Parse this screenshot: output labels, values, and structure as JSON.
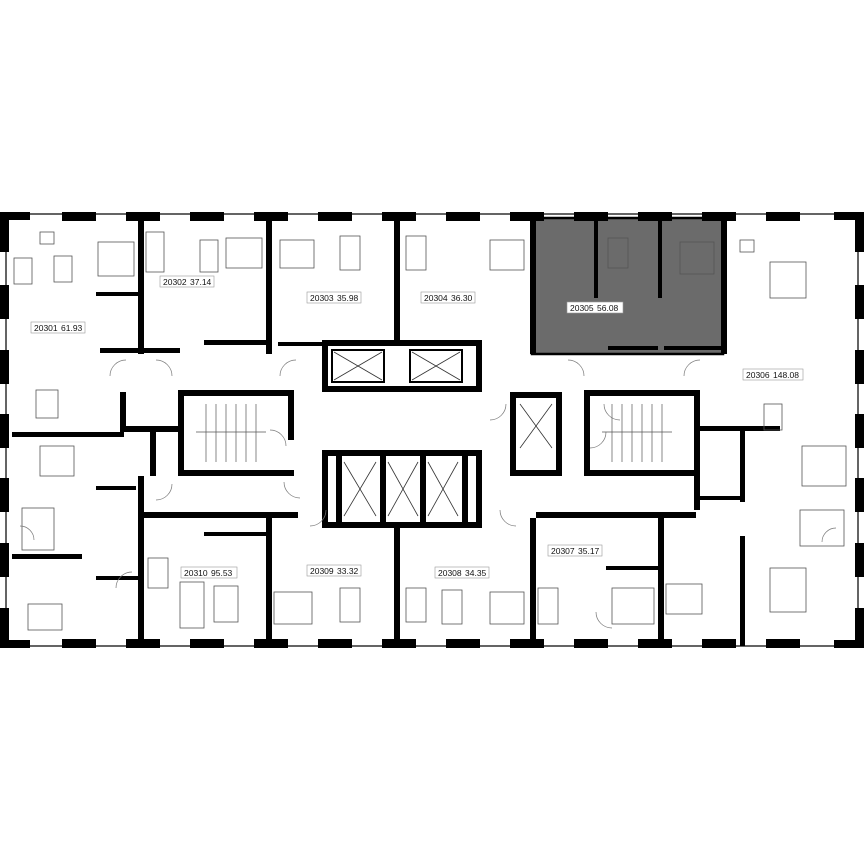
{
  "floor_plan": {
    "highlight_color": "#6b6b6b",
    "wall_color": "#000000",
    "apartments": [
      {
        "id": "20301",
        "area": "61.93",
        "highlighted": false
      },
      {
        "id": "20302",
        "area": "37.14",
        "highlighted": false
      },
      {
        "id": "20303",
        "area": "35.98",
        "highlighted": false
      },
      {
        "id": "20304",
        "area": "36.30",
        "highlighted": false
      },
      {
        "id": "20305",
        "area": "56.08",
        "highlighted": true
      },
      {
        "id": "20306",
        "area": "148.08",
        "highlighted": false
      },
      {
        "id": "20307",
        "area": "35.17",
        "highlighted": false
      },
      {
        "id": "20308",
        "area": "34.35",
        "highlighted": false
      },
      {
        "id": "20309",
        "area": "33.32",
        "highlighted": false
      },
      {
        "id": "20310",
        "area": "95.53",
        "highlighted": false
      }
    ]
  }
}
